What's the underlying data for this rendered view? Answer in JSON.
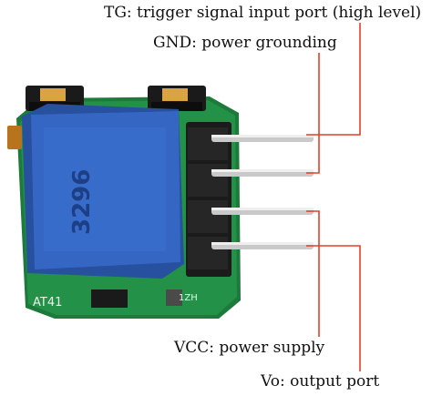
{
  "labels": {
    "tg": "TG: trigger signal input port (high level)",
    "gnd": "GND: power grounding",
    "vcc": "VCC: power supply",
    "vo": "Vo: output port"
  },
  "board": {
    "potentiometer_text": "3296",
    "silkscreen_code": "AT41",
    "silkscreen_small": "1ZH"
  },
  "colors": {
    "pcb": "#1a7a3a",
    "potentiometer": "#2f5fbf",
    "pins": "#c8c8c8",
    "leader": "#e0402a",
    "header": "#1a1a1a"
  }
}
